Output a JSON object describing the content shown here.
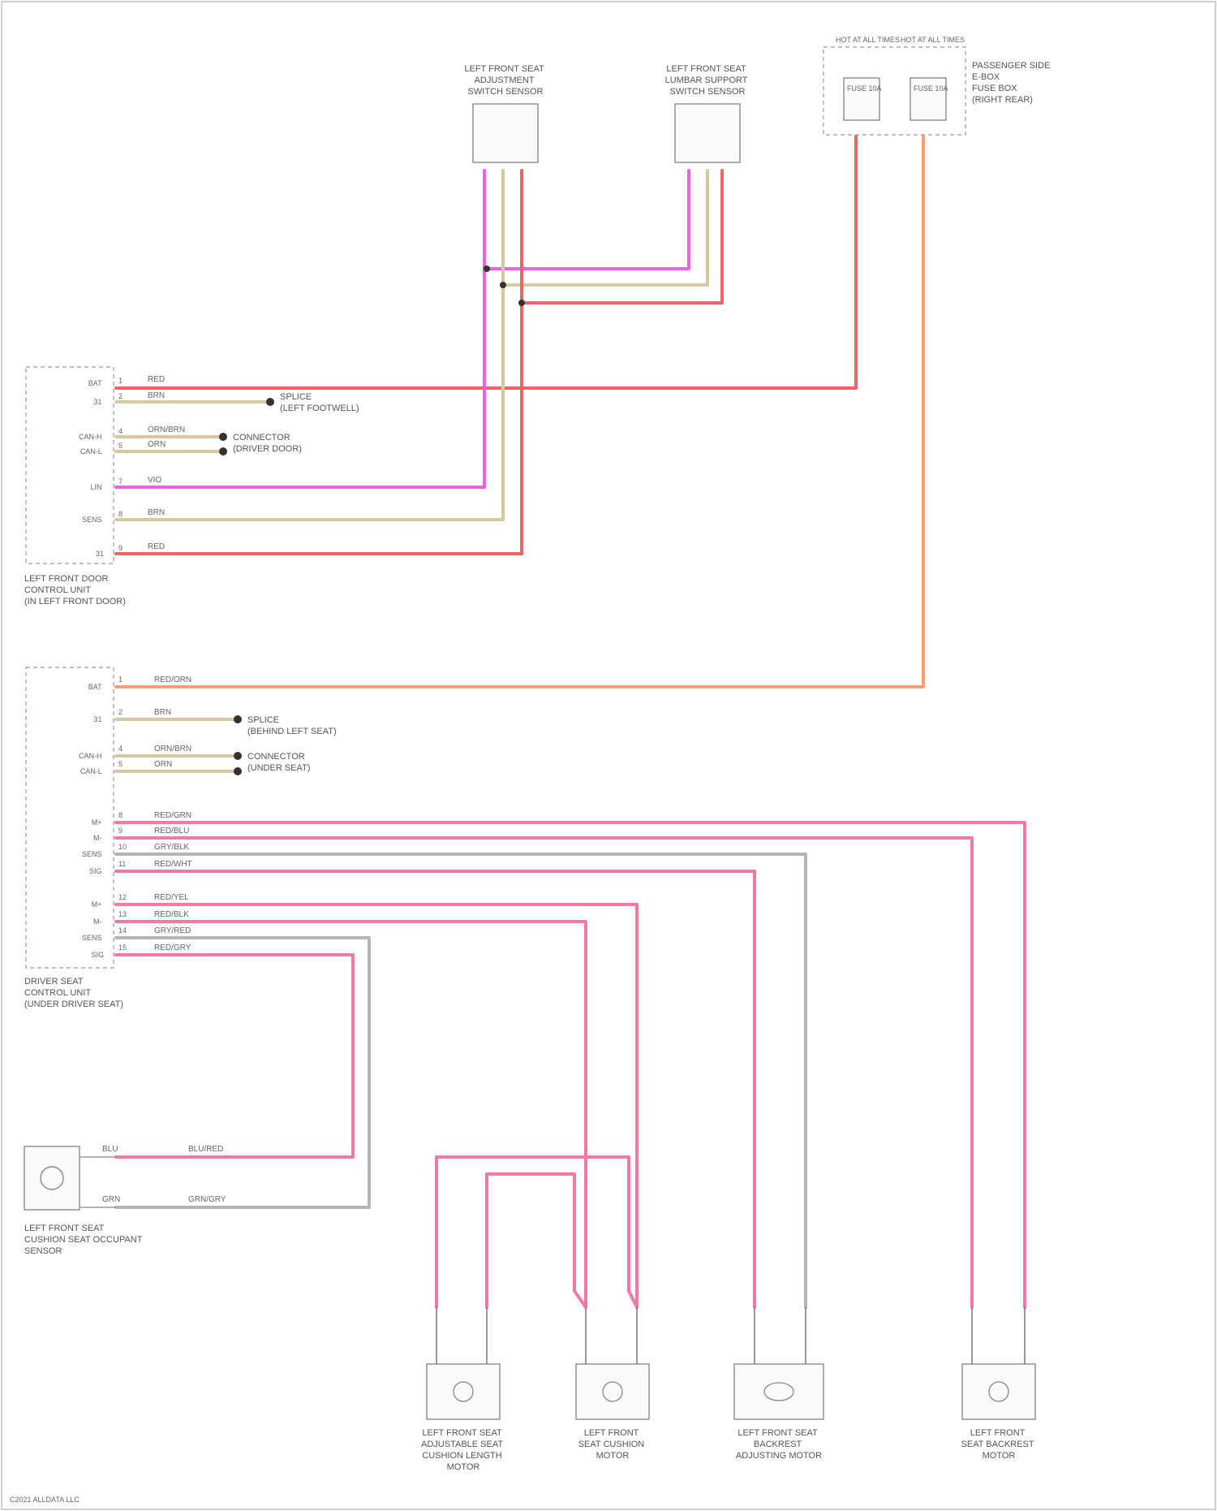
{
  "colors": {
    "red": "#f06464",
    "pink": "#f27aa0",
    "magenta": "#ee60e8",
    "tan": "#d9c7a0",
    "orange": "#f4a070",
    "gray": "#b5b5b5"
  },
  "components": {
    "height_switch": [
      "LEFT FRONT SEAT",
      "ADJUSTMENT",
      "SWITCH SENSOR"
    ],
    "lumbar_switch": [
      "LEFT FRONT SEAT",
      "LUMBAR SUPPORT",
      "SWITCH SENSOR"
    ],
    "fuse_panel": [
      "PASSENGER SIDE",
      "E-BOX",
      "FUSE BOX",
      "(RIGHT REAR)"
    ],
    "fuse_panel_hot": [
      "HOT AT ALL TIMES",
      "HOT AT ALL TIMES"
    ],
    "fuse_labels": [
      "FUSE 10A",
      "FUSE 10A"
    ],
    "door_module": [
      "LEFT FRONT DOOR",
      "CONTROL UNIT",
      "(IN LEFT FRONT DOOR)"
    ],
    "seat_module": [
      "DRIVER SEAT",
      "CONTROL UNIT",
      "(UNDER DRIVER SEAT)"
    ],
    "seat_sensor": [
      "LEFT FRONT SEAT",
      "CUSHION SEAT OCCUPANT",
      "SENSOR"
    ],
    "motor_1": [
      "LEFT FRONT SEAT",
      "ADJUSTABLE SEAT",
      "CUSHION LENGTH",
      "MOTOR"
    ],
    "motor_2": [
      "LEFT FRONT",
      "SEAT CUSHION",
      "MOTOR"
    ],
    "motor_3": [
      "LEFT FRONT SEAT",
      "BACKREST",
      "ADJUSTING MOTOR"
    ],
    "motor_4": [
      "LEFT FRONT",
      "SEAT BACKREST",
      "MOTOR"
    ]
  },
  "splices": {
    "door_a": [
      "SPLICE",
      "(LEFT FOOTWELL)"
    ],
    "door_b": [
      "CONNECTOR",
      "(DRIVER DOOR)"
    ],
    "seat_a": [
      "SPLICE",
      "(BEHIND LEFT SEAT)"
    ],
    "seat_b": [
      "CONNECTOR",
      "(UNDER SEAT)"
    ]
  },
  "door_pins": [
    {
      "pin": "1",
      "name": "BAT"
    },
    {
      "pin": "2",
      "name": "31"
    },
    {
      "pin": "4",
      "name": "CAN-H"
    },
    {
      "pin": "5",
      "name": "CAN-L"
    },
    {
      "pin": "7",
      "name": "LIN"
    },
    {
      "pin": "8",
      "name": "SENS"
    },
    {
      "pin": "9",
      "name": "31"
    }
  ],
  "door_wires": [
    "RED",
    "BRN",
    "ORN/BRN",
    "ORN",
    "VIO",
    "BRN",
    "RED"
  ],
  "seat_pins": [
    {
      "pin": "1",
      "name": "BAT"
    },
    {
      "pin": "2",
      "name": "31"
    },
    {
      "pin": "4",
      "name": "CAN-H"
    },
    {
      "pin": "5",
      "name": "CAN-L"
    },
    {
      "pin": "8",
      "name": "M+"
    },
    {
      "pin": "9",
      "name": "M-"
    },
    {
      "pin": "10",
      "name": "SENS"
    },
    {
      "pin": "11",
      "name": "SIG"
    },
    {
      "pin": "12",
      "name": "M+"
    },
    {
      "pin": "13",
      "name": "M-"
    },
    {
      "pin": "14",
      "name": "SENS"
    },
    {
      "pin": "15",
      "name": "SIG"
    }
  ],
  "seat_wires": [
    "RED/ORN",
    "BRN",
    "ORN/BRN",
    "ORN",
    "RED/GRN",
    "RED/BLU",
    "GRY/BLK",
    "RED/WHT",
    "RED/YEL",
    "RED/BLK",
    "GRY/RED",
    "RED/GRY"
  ],
  "sensor_wires": [
    "BLU",
    "BLU/RED",
    "GRN",
    "GRN/GRY"
  ],
  "footer": "C2021 ALLDATA LLC"
}
